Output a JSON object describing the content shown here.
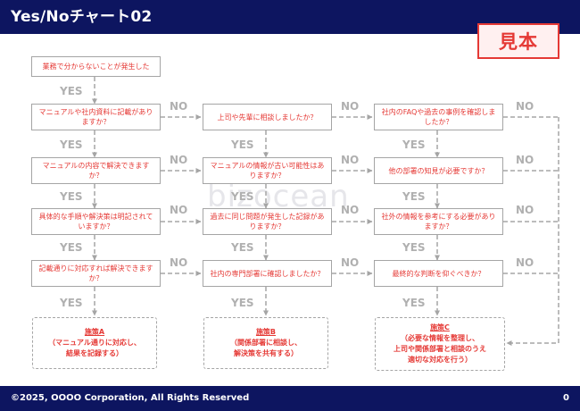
{
  "header": {
    "title": "Yes/Noチャート02",
    "stamp": "見本"
  },
  "footer": {
    "copyright": "©2025, OOOO Corporation, All Rights Reserved",
    "page": "0"
  },
  "watermark": {
    "brand": "bizocean"
  },
  "labels": {
    "yes": "YES",
    "no": "NO"
  },
  "flowchart": {
    "start": "業務で分からないことが発生した",
    "columns": [
      {
        "questions": [
          "マニュアルや社内資料に記載がありますか？",
          "マニュアルの内容で解決できますか？",
          "具体的な手順や解決策は明記されていますか？",
          "記載通りに対応すれば解決できますか？"
        ],
        "result": {
          "title": "施策A",
          "text": "（マニュアル通りに対応し、\n結果を記録する）"
        }
      },
      {
        "questions": [
          "上司や先輩に相談しましたか？",
          "マニュアルの情報が古い可能性はありますか？",
          "過去に同じ問題が発生した記録がありますか？",
          "社内の専門部署に確認しましたか？"
        ],
        "result": {
          "title": "施策B",
          "text": "（関係部署に相談し、\n解決策を共有する）"
        }
      },
      {
        "questions": [
          "社内のFAQや過去の事例を確認しましたか？",
          "他の部署の知見が必要ですか？",
          "社外の情報を参考にする必要がありますか？",
          "最終的な判断を仰ぐべきか？"
        ],
        "result": {
          "title": "施策C",
          "text": "（必要な情報を整理し、\n上司や関係部署と相談のうえ\n適切な対応を行う）"
        }
      }
    ]
  }
}
